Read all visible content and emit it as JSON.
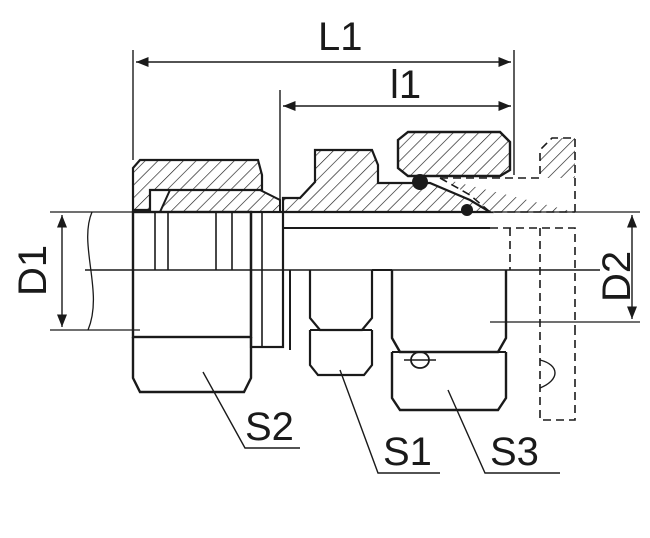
{
  "labels": {
    "L1": "L1",
    "l1": "l1",
    "D1": "D1",
    "D2": "D2",
    "S1": "S1",
    "S2": "S2",
    "S3": "S3"
  },
  "colors": {
    "line": "#1a1a1a",
    "hatch": "#1a1a1a",
    "background": "#ffffff"
  }
}
